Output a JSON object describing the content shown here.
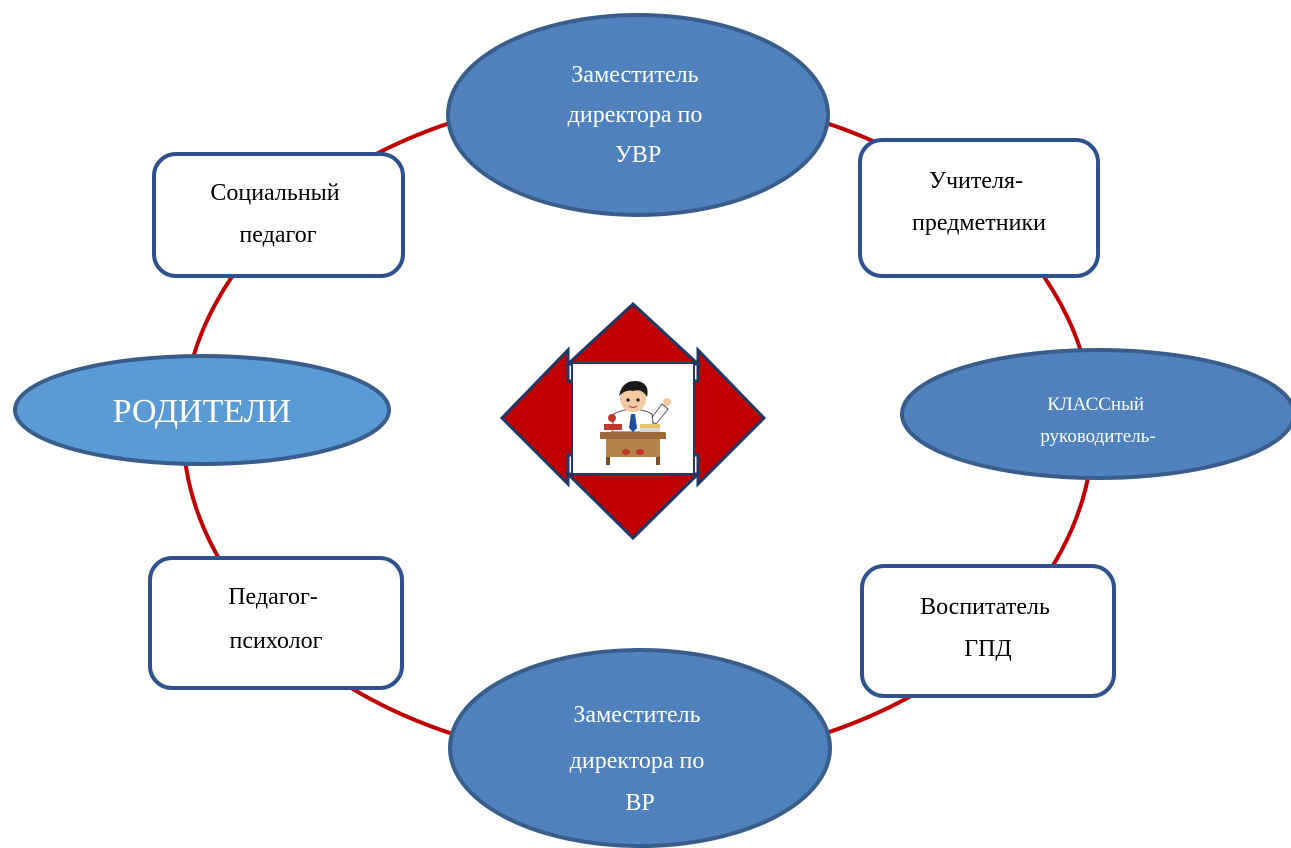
{
  "colors": {
    "ring": "#c00000",
    "ellipse_fill": "#4f81bd",
    "ellipse_fill_light": "#5b9bd5",
    "ellipse_stroke": "#385d8a",
    "box_stroke": "#2f528f",
    "arrow_fill": "#c00000",
    "arrow_stroke": "#1f3864",
    "white": "#ffffff",
    "black": "#000000"
  },
  "nodes": {
    "deputy_uvr": {
      "lines": [
        "Заместитель",
        "директора по",
        "УВР"
      ]
    },
    "subject_teachers": {
      "lines": [
        "Учителя-",
        "предметники"
      ]
    },
    "class_teacher": {
      "lines": [
        "КЛАССный",
        "руководитель-"
      ]
    },
    "gpd_educator": {
      "lines": [
        "Воспитатель",
        "ГПД"
      ]
    },
    "deputy_vr": {
      "lines": [
        "Заместитель",
        "директора по",
        "ВР"
      ]
    },
    "psychologist": {
      "lines": [
        "Педагог-",
        "психолог"
      ]
    },
    "parents": {
      "lines": [
        "РОДИТЕЛИ"
      ]
    },
    "social_pedagogue": {
      "lines": [
        "Социальный",
        "педагог"
      ]
    }
  },
  "center": {
    "arrow_icon": "four-way-arrow-icon",
    "image_icon": "student-at-desk-icon"
  }
}
